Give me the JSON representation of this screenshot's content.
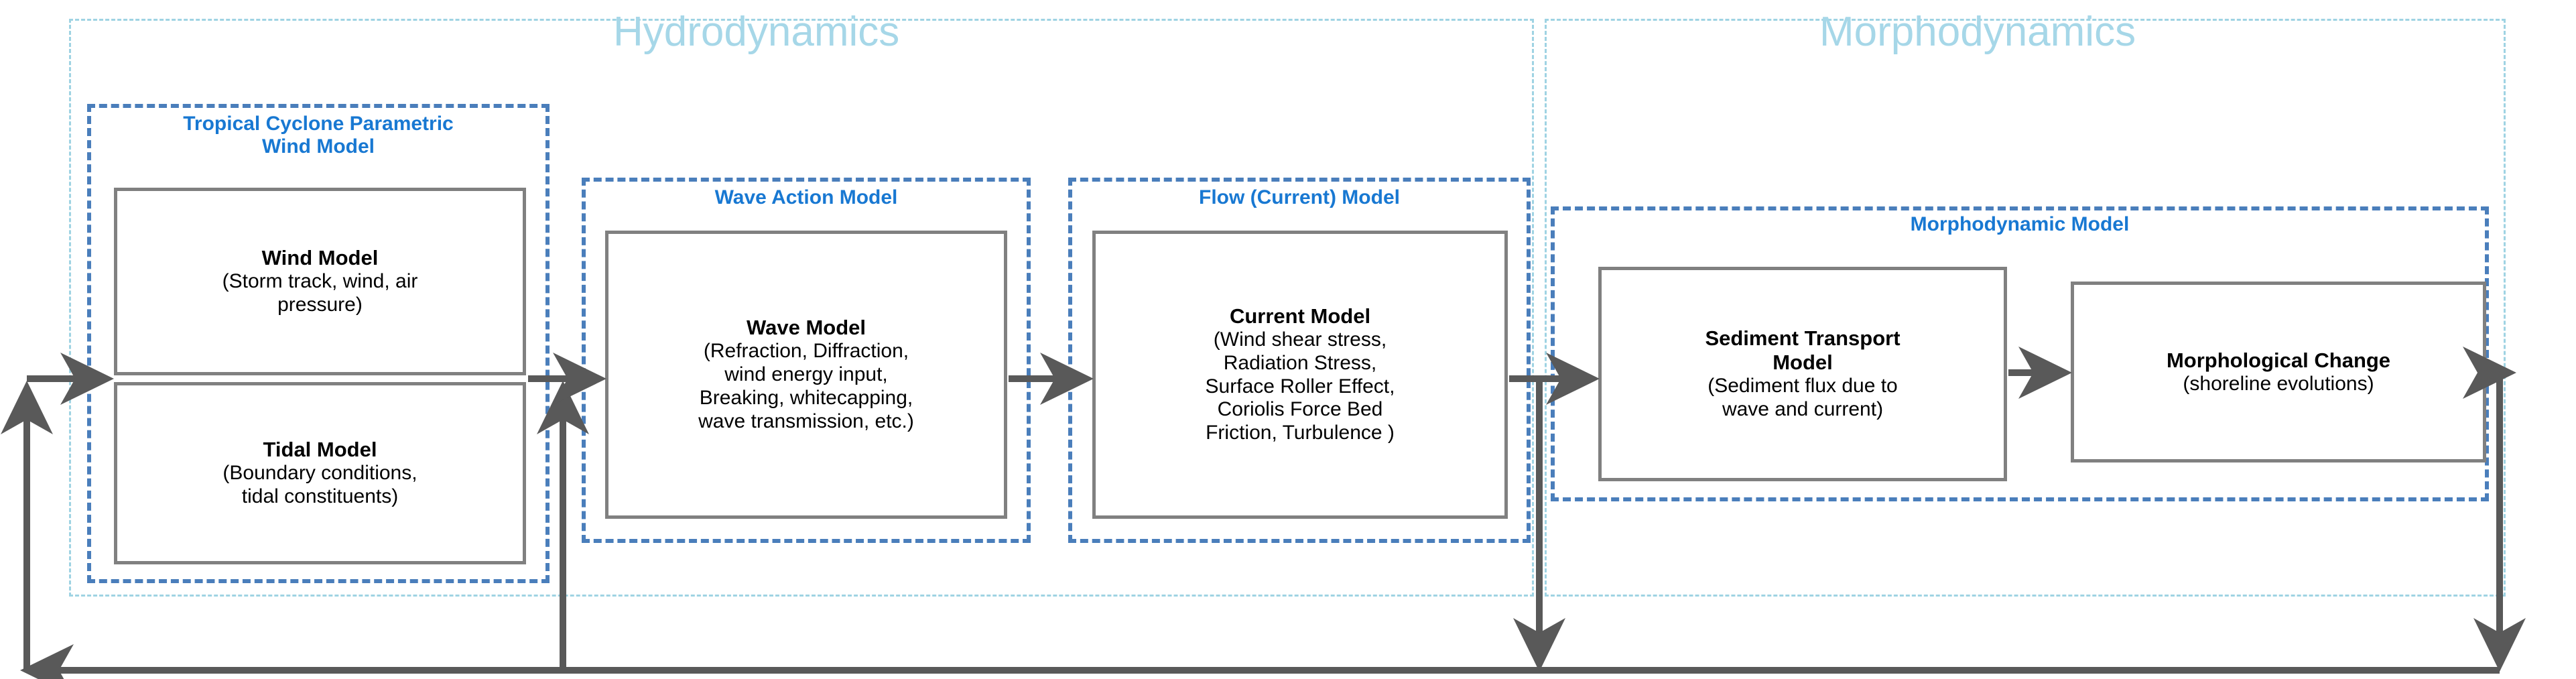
{
  "diagram": {
    "title_hydrodynamics": "Hydrodynamics",
    "title_morphodynamics": "Morphodynamics",
    "accent_light_blue": "#a6d7e8",
    "accent_group_blue": "#1878d2",
    "dash_group_blue": "#4a7ebb",
    "box_border_grey": "#808080",
    "arrow_grey": "#595959"
  },
  "groups": {
    "tropical_cyclone": {
      "label": "Tropical Cyclone Parametric\nWind Model"
    },
    "wave_action": {
      "label": "Wave Action Model"
    },
    "flow_current": {
      "label": "Flow (Current) Model"
    },
    "morphodynamic": {
      "label": "Morphodynamic Model"
    }
  },
  "boxes": {
    "wind_model": {
      "title": "Wind Model",
      "sub": "(Storm track, wind, air\npressure)"
    },
    "tidal_model": {
      "title": "Tidal Model",
      "sub": "(Boundary conditions,\ntidal constituents)"
    },
    "wave_model": {
      "title": "Wave Model",
      "sub": "(Refraction, Diffraction,\nwind energy input,\nBreaking, whitecapping,\nwave transmission, etc.)"
    },
    "current_model": {
      "title": "Current Model",
      "sub": "(Wind shear stress,\nRadiation Stress,\nSurface Roller Effect,\nCoriolis Force Bed\nFriction, Turbulence )"
    },
    "sediment_transport_model": {
      "title": "Sediment Transport\nModel",
      "sub": "(Sediment flux due to\nwave and current)"
    },
    "morphological_change": {
      "title": "Morphological Change",
      "sub": "(shoreline evolutions)"
    }
  }
}
